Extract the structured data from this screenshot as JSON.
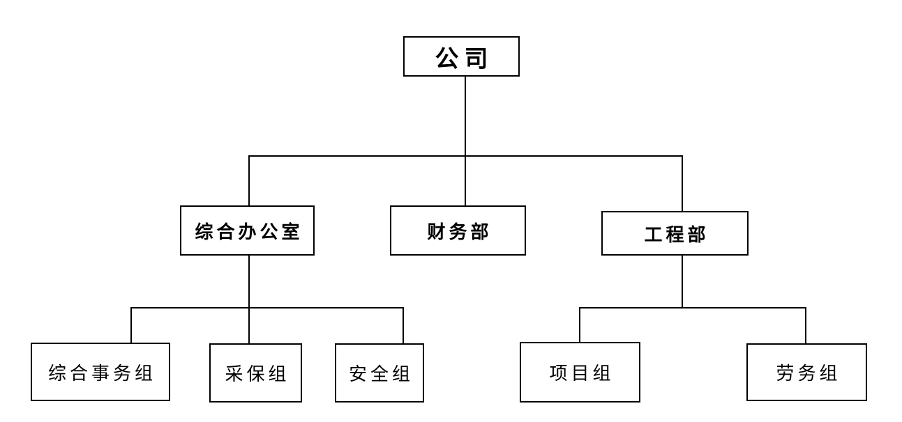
{
  "diagram": {
    "type": "org_chart",
    "background_color": "#ffffff",
    "line_color": "#000000",
    "box_border_color": "#000000",
    "box_fill_color": "#ffffff",
    "text_color": "#000000",
    "nodes": {
      "company": {
        "label": "公司",
        "level": 1,
        "parent": null
      },
      "general_office": {
        "label": "综合办公室",
        "level": 2,
        "parent": "公司"
      },
      "finance_dept": {
        "label": "财务部",
        "level": 2,
        "parent": "公司"
      },
      "engineering_dept": {
        "label": "工程部",
        "level": 2,
        "parent": "公司"
      },
      "general_affairs_group": {
        "label": "综合事务组",
        "level": 3,
        "parent": "综合办公室"
      },
      "procurement_group": {
        "label": "采保组",
        "level": 3,
        "parent": "综合办公室"
      },
      "safety_group": {
        "label": "安全组",
        "level": 3,
        "parent": "综合办公室"
      },
      "project_group": {
        "label": "项目组",
        "level": 3,
        "parent": "工程部"
      },
      "labor_group": {
        "label": "劳务组",
        "level": 3,
        "parent": "工程部"
      }
    }
  }
}
